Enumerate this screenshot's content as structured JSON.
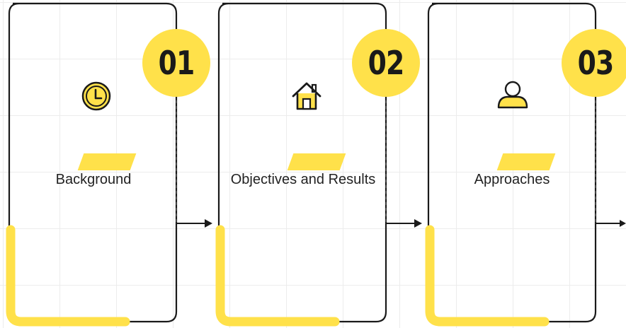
{
  "steps": [
    {
      "number": "01",
      "label": "Background",
      "icon": "clock-icon"
    },
    {
      "number": "02",
      "label": "Objectives and Results",
      "icon": "home-icon"
    },
    {
      "number": "03",
      "label": "Approaches",
      "icon": "user-icon"
    }
  ],
  "colors": {
    "accent": "#ffe14a",
    "line": "#1a1a1a",
    "grid": "#ececec"
  }
}
